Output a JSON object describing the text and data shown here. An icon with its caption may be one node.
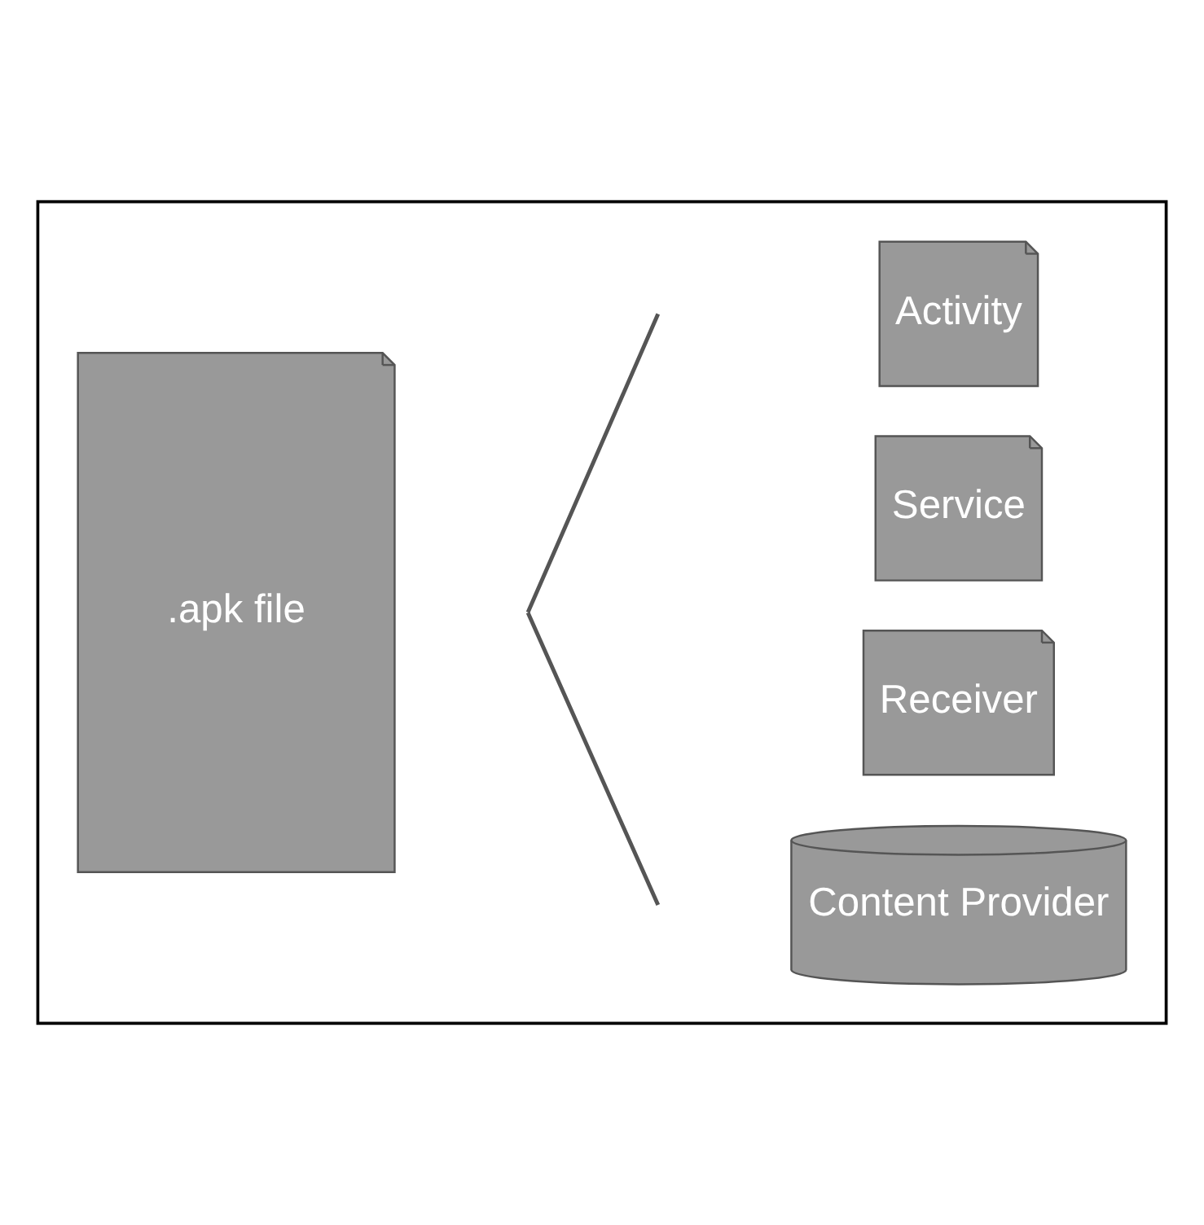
{
  "diagram": {
    "nodes": [
      {
        "text": [],
        "shape": "box"
      },
      {
        "text": [
          ".apk file"
        ],
        "in": 0
      },
      {
        "text": [
          "Activity"
        ],
        "in": 0
      },
      {
        "text": [
          "Service"
        ],
        "in": 0
      },
      {
        "text": [
          "Receiver"
        ],
        "in": 0
      },
      {
        "text": [
          "Content Provider"
        ],
        "in": 0
      }
    ]
  }
}
